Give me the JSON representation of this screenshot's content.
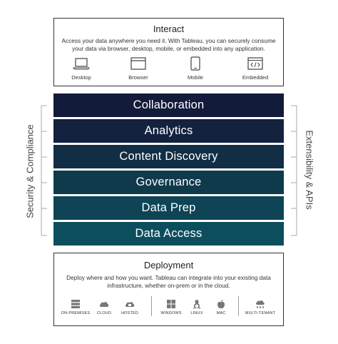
{
  "interact": {
    "title": "Interact",
    "description": "Access your data anywhere you need it. With Tableau, you can securely consume your data via browser, desktop, mobile, or embedded into any application.",
    "devices": [
      {
        "label": "Desktop",
        "icon": "laptop-icon"
      },
      {
        "label": "Browser",
        "icon": "browser-icon"
      },
      {
        "label": "Mobile",
        "icon": "mobile-icon"
      },
      {
        "label": "Embedded",
        "icon": "embed-code-icon"
      }
    ]
  },
  "layers": [
    {
      "label": "Collaboration",
      "color": "#131b3a"
    },
    {
      "label": "Analytics",
      "color": "#13223f"
    },
    {
      "label": "Content Discovery",
      "color": "#112e45"
    },
    {
      "label": "Governance",
      "color": "#0f3a4c"
    },
    {
      "label": "Data Prep",
      "color": "#0e4455"
    },
    {
      "label": "Data Access",
      "color": "#0c4e5e"
    }
  ],
  "side_labels": {
    "left": "Security & Compliance",
    "right": "Extensibility & APIs"
  },
  "deployment": {
    "title": "Deployment",
    "description": "Deploy where and how you want. Tableau can integrate into your existing data infrastructure, whether on-prem or in the cloud.",
    "options": [
      {
        "label": "ON-PREMISES",
        "icon": "server-icon"
      },
      {
        "label": "CLOUD",
        "icon": "cloud-icon"
      },
      {
        "label": "HOSTED",
        "icon": "hosted-cloud-icon"
      },
      {
        "label": "WINDOWS",
        "icon": "windows-icon"
      },
      {
        "label": "LINUX",
        "icon": "linux-icon"
      },
      {
        "label": "MAC",
        "icon": "apple-icon"
      },
      {
        "label": "MULTI-TENANT",
        "icon": "multi-tenant-icon"
      }
    ]
  }
}
